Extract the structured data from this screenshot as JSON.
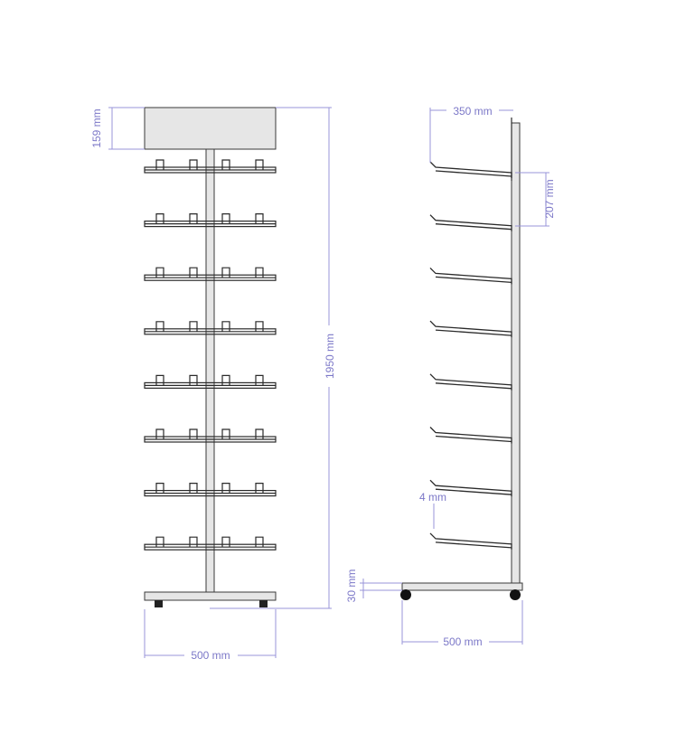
{
  "drawing": {
    "front": {
      "header_height": "159 mm",
      "total_height": "1950 mm",
      "base_width": "500 mm",
      "shelf_rows": 8,
      "hooks_per_row": 4
    },
    "side": {
      "hook_length": "350 mm",
      "hook_spacing": "207 mm",
      "wire_diameter": "4 mm",
      "base_height": "30 mm",
      "base_depth": "500 mm",
      "hook_rows": 8
    },
    "colors": {
      "dimension": "#7c78c8",
      "frame": "#2a2a2a",
      "panel": "#e6e6e6"
    }
  }
}
